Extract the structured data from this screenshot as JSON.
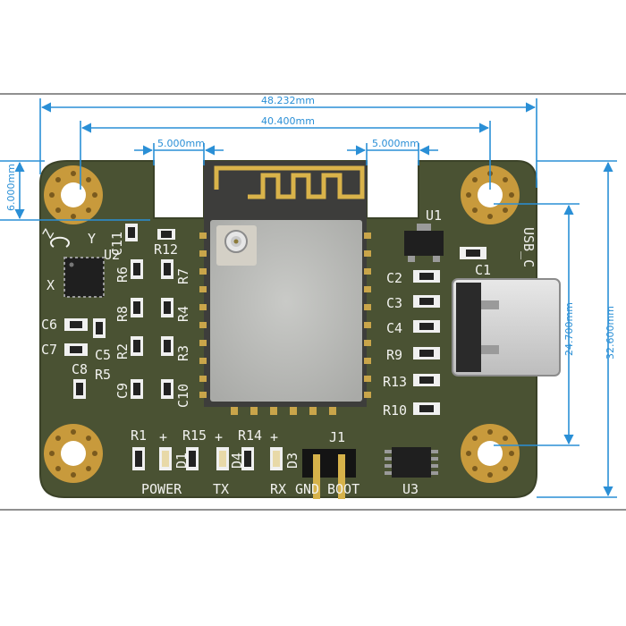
{
  "dimensions": {
    "overall_width": "48.232mm",
    "hole_spacing_x": "40.400mm",
    "notch_left": "5.000mm",
    "notch_right": "5.000mm",
    "hole_offset_top": "6.000mm",
    "hole_spacing_y": "24.700mm",
    "overall_height": "32.600mm"
  },
  "silkscreen": {
    "u1": "U1",
    "u2": "U2",
    "u3": "U3",
    "j1": "J1",
    "usb_c": "USB_C",
    "c1": "C1",
    "c2": "C2",
    "c3": "C3",
    "c4": "C4",
    "c5": "C5",
    "c6": "C6",
    "c7": "C7",
    "c8": "C8",
    "c9": "C9",
    "c10": "C10",
    "c11": "C11",
    "r1": "R1",
    "r2": "R2",
    "r3": "R3",
    "r4": "R4",
    "r5": "R5",
    "r6": "R6",
    "r7": "R7",
    "r8": "R8",
    "r9": "R9",
    "r10": "R10",
    "r12": "R12",
    "r13": "R13",
    "r14": "R14",
    "r15": "R15",
    "d1": "D1",
    "d3": "D3",
    "d4": "D4",
    "plus": "+",
    "power": "POWER",
    "tx": "TX",
    "rx": "RX",
    "gnd": "GND",
    "boot": "BOOT",
    "axis_x": "X",
    "axis_y": "Y",
    "axis_z": "Z"
  },
  "colors": {
    "pcb": "#4a5233",
    "copper": "#c89a3c",
    "dimension": "#2a8fd6",
    "silkscreen": "#f2f2ef",
    "shield": "#b7b8b6"
  },
  "icons": [
    "mounting-hole-icon",
    "usb-c-connector-icon",
    "antenna-trace-icon",
    "ufl-connector-icon",
    "pin-header-icon"
  ]
}
